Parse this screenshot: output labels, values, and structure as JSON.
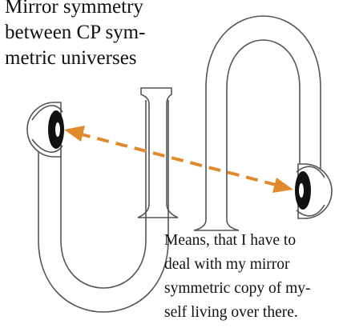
{
  "title_lines": [
    "Mirror symmetry",
    "between  CP sym-",
    "metric universes"
  ],
  "caption_lines": [
    "Means, that I have to",
    "deal with my mirror",
    "symmetric copy of my-",
    "self living over there."
  ],
  "colors": {
    "arrow": "#e08a2c",
    "stroke": "#555555",
    "iris": "#111111",
    "text": "#111111"
  }
}
